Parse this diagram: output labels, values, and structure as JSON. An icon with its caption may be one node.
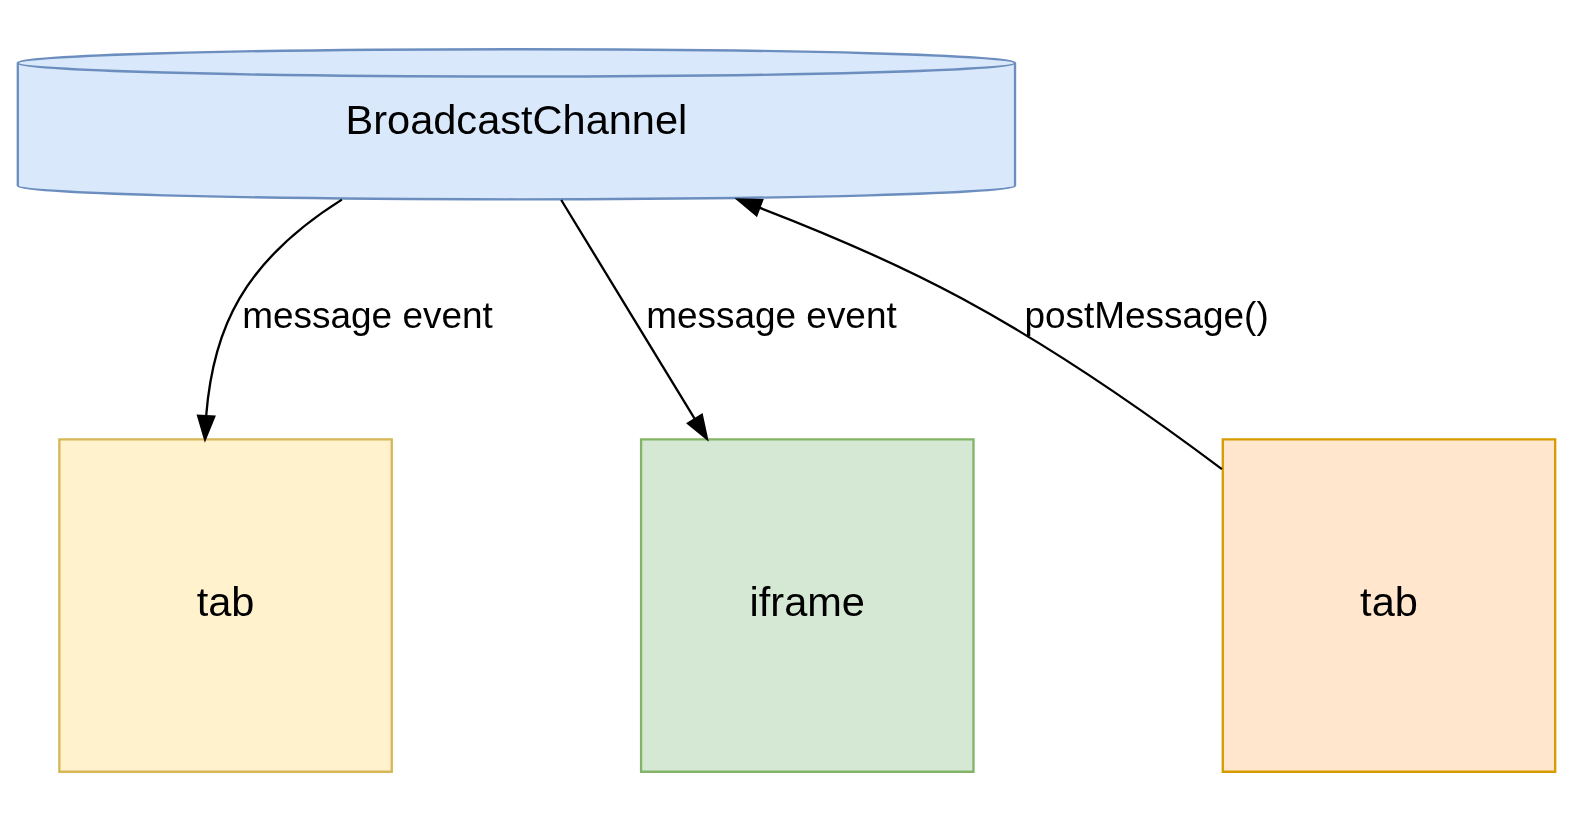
{
  "diagram": {
    "nodes": [
      {
        "text": [
          "BroadcastChannel"
        ]
      },
      {
        "text": [
          "tab"
        ]
      },
      {
        "text": [
          "tab"
        ]
      },
      {
        "text": [
          "iframe"
        ]
      }
    ],
    "edges": [
      {
        "from": 1,
        "to": 0,
        "arrow": "to",
        "label": "postMessage()"
      },
      {
        "from": 0,
        "to": 2,
        "arrow": "to",
        "label": "message event"
      },
      {
        "from": 0,
        "to": 3,
        "arrow": "to",
        "label": "message event"
      }
    ]
  }
}
